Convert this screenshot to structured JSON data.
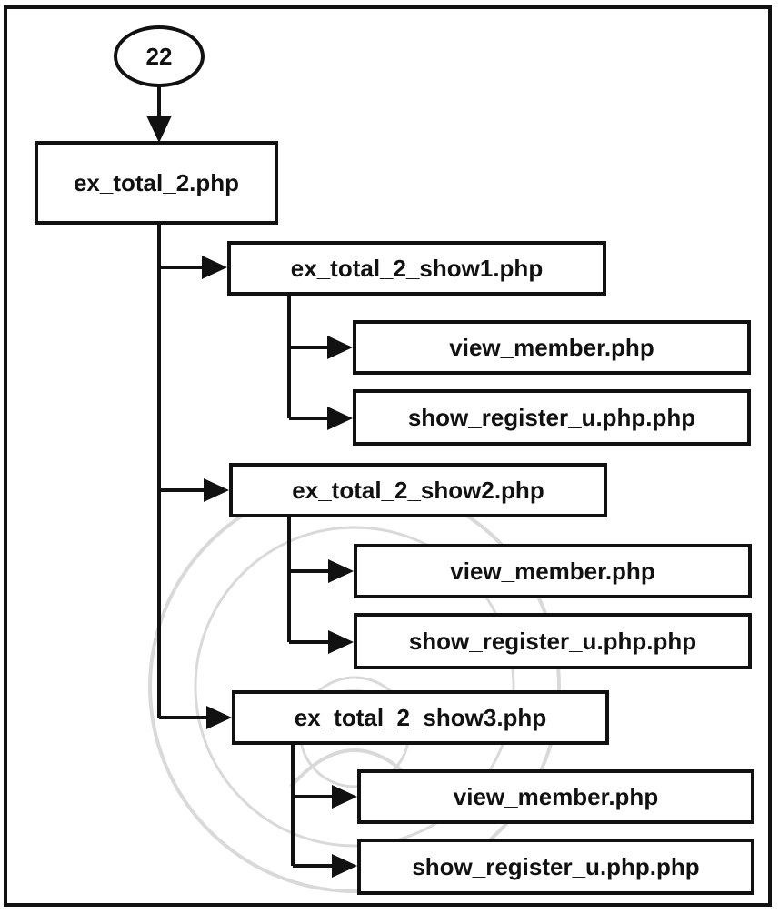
{
  "connector": {
    "label": "22"
  },
  "root": {
    "label": "ex_total_2.php"
  },
  "groups": [
    {
      "label": "ex_total_2_show1.php",
      "children": [
        "view_member.php",
        "show_register_u.php.php"
      ]
    },
    {
      "label": "ex_total_2_show2.php",
      "children": [
        "view_member.php",
        "show_register_u.php.php"
      ]
    },
    {
      "label": "ex_total_2_show3.php",
      "children": [
        "view_member.php",
        "show_register_u.php.php"
      ]
    }
  ],
  "colors": {
    "line": "#111111",
    "box_border": "#111111",
    "text": "#111111"
  }
}
